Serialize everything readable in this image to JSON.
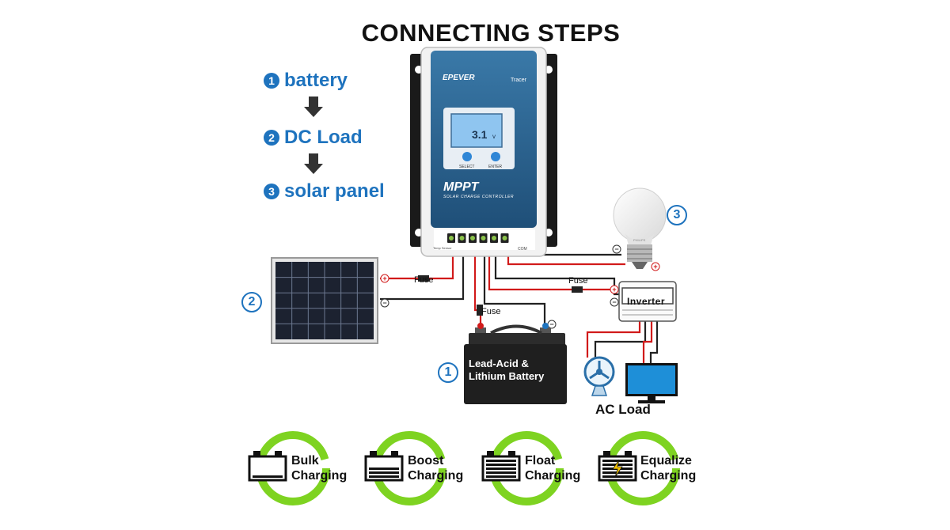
{
  "title": "CONNECTING STEPS",
  "steps": [
    {
      "num": "1",
      "label": "battery"
    },
    {
      "num": "2",
      "label": "DC Load"
    },
    {
      "num": "3",
      "label": "solar panel"
    }
  ],
  "controller": {
    "brand": "EPEVER",
    "model": "Tracer",
    "display_value": "3.1",
    "display_unit": "v",
    "menu_button": "SELECT",
    "enter_button": "ENTER",
    "product_name": "MPPT",
    "product_subtitle": "SOLAR CHARGE CONTROLLER",
    "port_label": "Temp Sensor",
    "com_label": "COM"
  },
  "components": {
    "fuse_panel": "Fuse",
    "fuse_load": "Fuse",
    "fuse_battery": "Fuse",
    "inverter": "Inverter",
    "battery_line1": "Lead-Acid &",
    "battery_line2": "Lithium Battery",
    "ac_load": "AC Load",
    "bulb_brand": "PHILIPS"
  },
  "callouts": {
    "panel": "2",
    "battery": "1",
    "bulb": "3"
  },
  "charging_modes": [
    {
      "line1": "Bulk",
      "line2": "Charging",
      "icon": "battery-empty-icon"
    },
    {
      "line1": "Boost",
      "line2": "Charging",
      "icon": "battery-filling-icon"
    },
    {
      "line1": "Float",
      "line2": "Charging",
      "icon": "battery-full-icon"
    },
    {
      "line1": "Equalize",
      "line2": "Charging",
      "icon": "battery-bolt-icon"
    }
  ],
  "colors": {
    "accent_blue": "#1e73be",
    "wire_red": "#d11a1a",
    "ring_green": "#7ed321",
    "controller_blue": "#2b5f8a"
  }
}
